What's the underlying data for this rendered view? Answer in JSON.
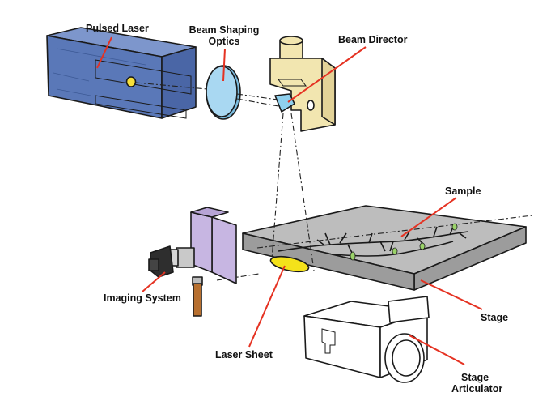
{
  "labels": {
    "pulsed_laser": "Pulsed Laser",
    "beam_shaping_line1": "Beam Shaping",
    "beam_shaping_line2": "Optics",
    "beam_director": "Beam Director",
    "sample": "Sample",
    "imaging_system": "Imaging System",
    "stage": "Stage",
    "laser_sheet": "Laser Sheet",
    "stage_articulator_line1": "Stage",
    "stage_articulator_line2": "Articulator"
  },
  "colors": {
    "leader_line": "#e53222",
    "laser_body": "#5a78b8",
    "laser_top": "#7d96cc",
    "laser_front": "#4a66a6",
    "optics_lens": "#a9d8f2",
    "beam_director": "#f2e6b0",
    "stage_top": "#bdbdbd",
    "stage_front": "#9c9c9c",
    "laser_sheet": "#f4e21a",
    "camera_bellows": "#c7b6e2",
    "camera_body": "#2e2e2e",
    "camera_handle": "#b8702f",
    "articulator": "#ffffff",
    "laser_aperture": "#f7e03a"
  }
}
